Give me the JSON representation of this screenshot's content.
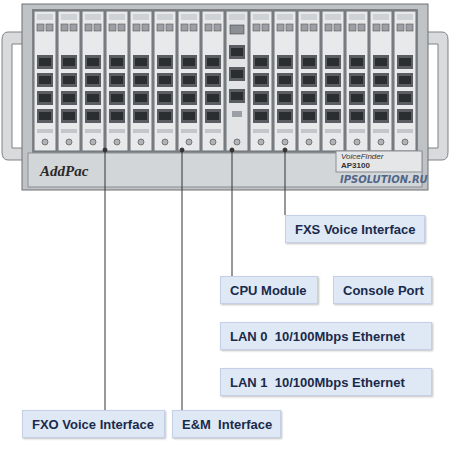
{
  "diagram": {
    "nodes": [
      {
        "text": [
          "FXS Voice Interface"
        ]
      },
      {
        "text": [
          "CPU Module"
        ]
      },
      {
        "text": [
          "Console Port"
        ]
      },
      {
        "text": [
          "LAN 0  10/100Mbps Ethernet"
        ]
      },
      {
        "text": [
          "LAN 1  10/100Mbps Ethernet"
        ]
      },
      {
        "text": [
          "FXO Voice Interface"
        ]
      },
      {
        "text": [
          "E&M  Interface"
        ]
      }
    ],
    "labels": [
      "AddPac",
      "VoiceFinder",
      "AP3100",
      "IPSOLUTION.RU"
    ]
  }
}
